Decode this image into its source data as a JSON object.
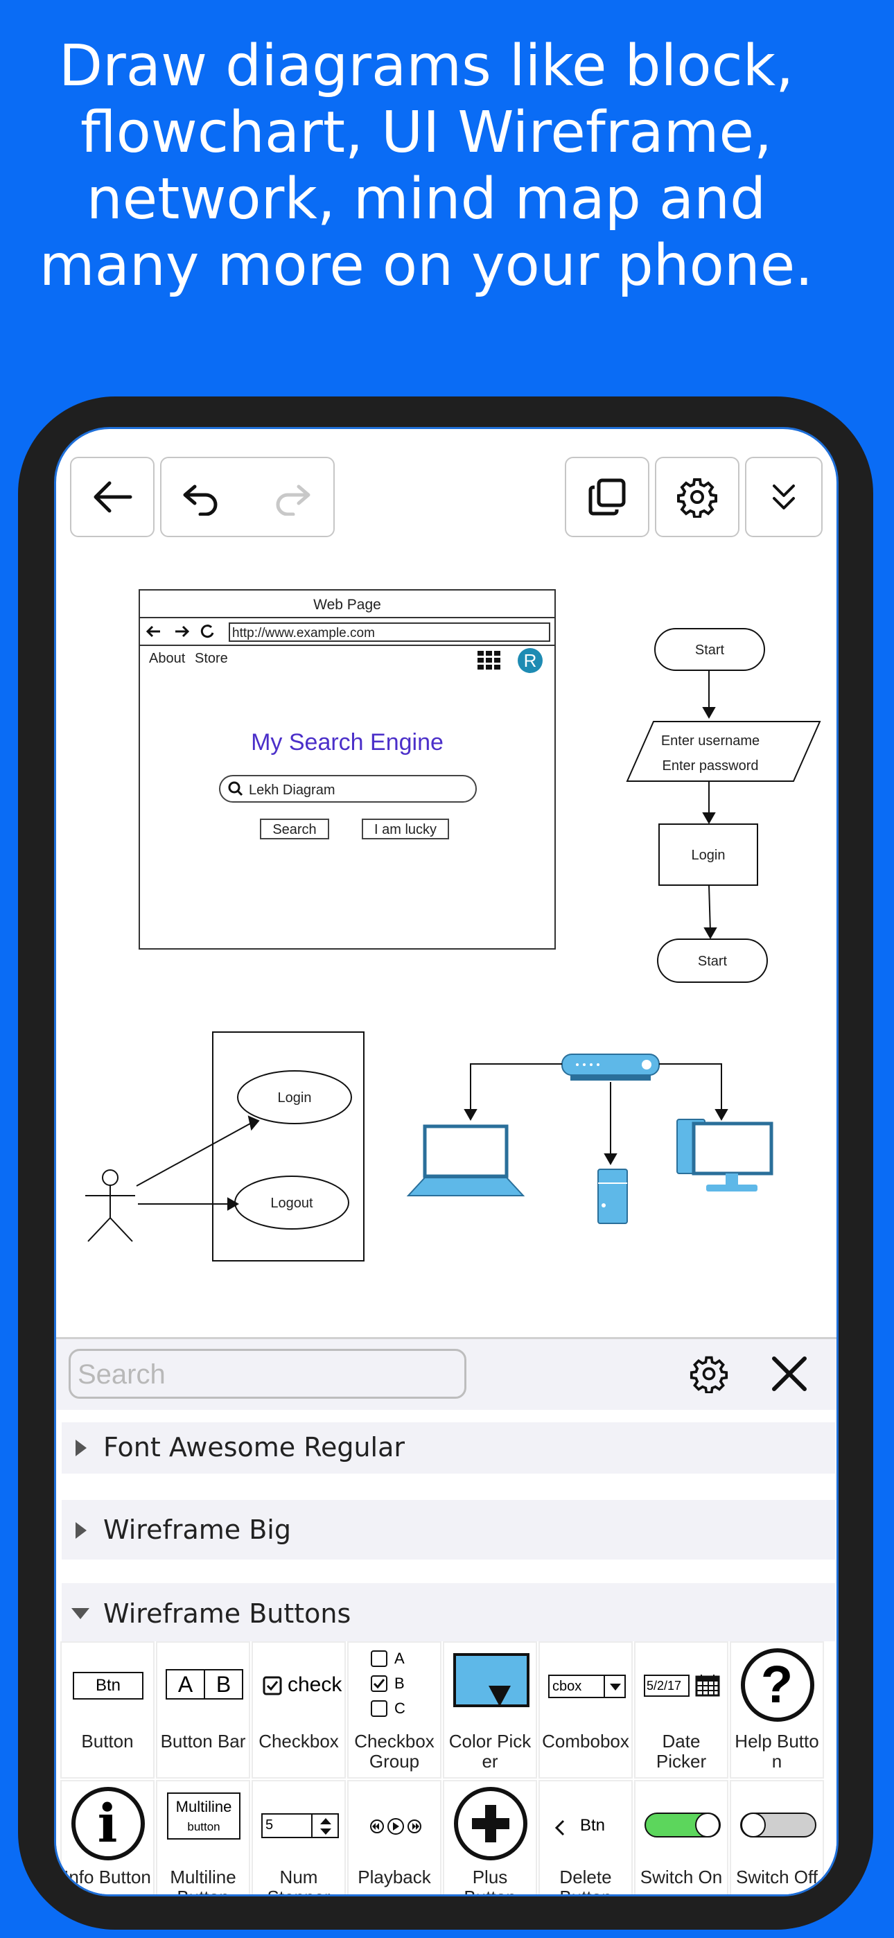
{
  "headline": {
    "lines": [
      "Draw diagrams like block,",
      "flowchart, UI Wireframe,",
      "network, mind map and",
      "many more on your phone."
    ]
  },
  "canvas": {
    "webpage": {
      "title": "Web Page",
      "url": "http://www.example.com",
      "nav_about": "About",
      "nav_store": "Store",
      "avatar_letter": "R",
      "heading": "My Search Engine",
      "search_value": "Lekh Diagram",
      "search_button": "Search",
      "lucky_button": "I am lucky"
    },
    "flowchart": {
      "start": "Start",
      "input_line1": "Enter username",
      "input_line2": "Enter password",
      "process": "Login",
      "end": "Start"
    },
    "usecase": {
      "login": "Login",
      "logout": "Logout"
    }
  },
  "panel": {
    "search_placeholder": "Search",
    "groups": [
      {
        "label": "Font Awesome Regular",
        "expanded": false
      },
      {
        "label": "Wireframe Big",
        "expanded": false
      },
      {
        "label": "Wireframe Buttons",
        "expanded": true
      }
    ],
    "row1": [
      {
        "label": "Button",
        "glyph": "Btn"
      },
      {
        "label": "Button Bar",
        "a": "A",
        "b": "B"
      },
      {
        "label": "Checkbox",
        "glyph": "check"
      },
      {
        "label": "Checkbox Group",
        "a": "A",
        "b": "B",
        "c": "C"
      },
      {
        "label": "Color Picker"
      },
      {
        "label": "Combobox",
        "glyph": "cbox"
      },
      {
        "label": "Date Picker",
        "glyph": "5/2/17"
      },
      {
        "label": "Help Button",
        "glyph": "?"
      }
    ],
    "row2": [
      {
        "label": "Info Button",
        "glyph": "i"
      },
      {
        "label": "Multiline Button",
        "line1": "Multiline",
        "line2": "button"
      },
      {
        "label": "Num Stepper",
        "glyph": "5"
      },
      {
        "label": "Playback"
      },
      {
        "label": "Plus Button"
      },
      {
        "label": "Delete Button",
        "glyph": "Btn"
      },
      {
        "label": "Switch On"
      },
      {
        "label": "Switch Off"
      }
    ]
  }
}
